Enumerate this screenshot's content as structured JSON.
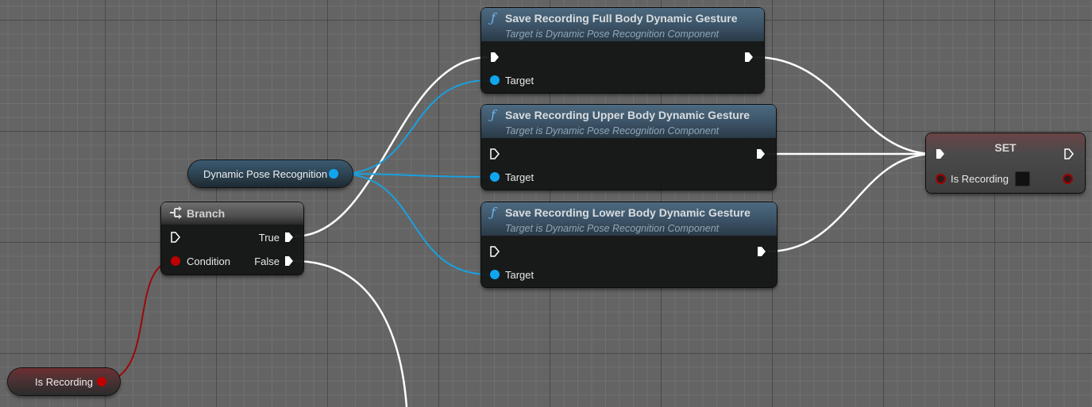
{
  "canvas": {
    "background": "#646464",
    "grid_minor": "#707070",
    "grid_major": "#4a4a4a"
  },
  "colors": {
    "exec_wire": "#ffffff",
    "object_wire": "#1aa0de",
    "bool_wire": "#9b0a0a",
    "object_pin": "#11a5f0",
    "bool_pin": "#c00000"
  },
  "nodes": {
    "save_full": {
      "icon": "function-icon",
      "icon_glyph": "ƒ",
      "title": "Save Recording Full Body Dynamic Gesture",
      "subtitle": "Target is Dynamic Pose Recognition Component",
      "target_label": "Target"
    },
    "save_upper": {
      "icon": "function-icon",
      "icon_glyph": "ƒ",
      "title": "Save Recording Upper Body Dynamic Gesture",
      "subtitle": "Target is Dynamic Pose Recognition Component",
      "target_label": "Target"
    },
    "save_lower": {
      "icon": "function-icon",
      "icon_glyph": "ƒ",
      "title": "Save Recording Lower Body Dynamic Gesture",
      "subtitle": "Target is Dynamic Pose Recognition Component",
      "target_label": "Target"
    },
    "set": {
      "title": "SET",
      "var_label": "Is Recording",
      "checkbox_value": false
    },
    "branch": {
      "icon": "branch-icon",
      "title": "Branch",
      "condition_label": "Condition",
      "true_label": "True",
      "false_label": "False"
    },
    "dpr_var": {
      "label": "Dynamic Pose Recognition"
    },
    "is_recording_var": {
      "label": "Is Recording"
    }
  }
}
